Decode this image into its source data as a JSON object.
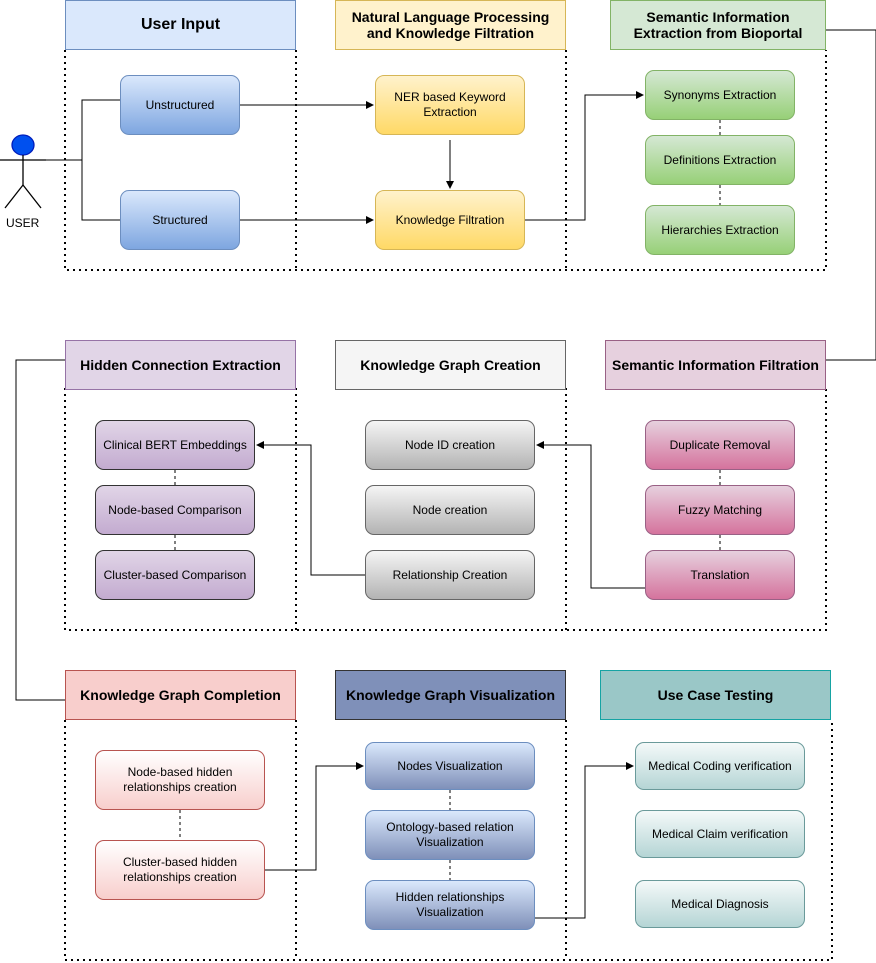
{
  "user_label": "USER",
  "headers": {
    "user_input": "User Input",
    "nlp": "Natural Language Processing and Knowledge Filtration",
    "semantic_extraction": "Semantic Information Extraction from Bioportal",
    "hidden_connection": "Hidden Connection Extraction",
    "kg_creation": "Knowledge Graph Creation",
    "semantic_filtration": "Semantic Information Filtration",
    "kg_completion": "Knowledge Graph Completion",
    "kg_visualization": "Knowledge Graph Visualization",
    "use_case": "Use Case Testing"
  },
  "nodes": {
    "unstructured": "Unstructured",
    "structured": "Structured",
    "ner": "NER based Keyword Extraction",
    "knowledge_filtration": "Knowledge Filtration",
    "synonyms": "Synonyms Extraction",
    "definitions": "Definitions Extraction",
    "hierarchies": "Hierarchies Extraction",
    "clinical_bert": "Clinical BERT Embeddings",
    "node_comparison": "Node-based Comparison",
    "cluster_comparison": "Cluster-based Comparison",
    "node_id": "Node ID creation",
    "node_creation": "Node creation",
    "relationship_creation": "Relationship Creation",
    "duplicate_removal": "Duplicate Removal",
    "fuzzy_matching": "Fuzzy Matching",
    "translation": "Translation",
    "node_hidden": "Node-based hidden relationships creation",
    "cluster_hidden": "Cluster-based hidden relationships creation",
    "nodes_vis": "Nodes Visualization",
    "ontology_vis": "Ontology-based relation Visualization",
    "hidden_vis": "Hidden relationships Visualization",
    "coding": "Medical Coding verification",
    "claim": "Medical Claim verification",
    "diagnosis": "Medical Diagnosis"
  },
  "colors": {
    "user_icon": "#0050ef",
    "hdr_user_input": "#dae8fc",
    "hdr_nlp": "#fff2cc",
    "hdr_semantic_extraction": "#d5e8d4",
    "hdr_hidden_connection": "#e1d5e7",
    "hdr_kg_creation": "#f5f5f5",
    "hdr_semantic_filtration": "#e6d0de",
    "hdr_kg_completion": "#f8cecc",
    "hdr_kg_visualization": "#7f90b9",
    "hdr_use_case": "#9ac7bf"
  }
}
